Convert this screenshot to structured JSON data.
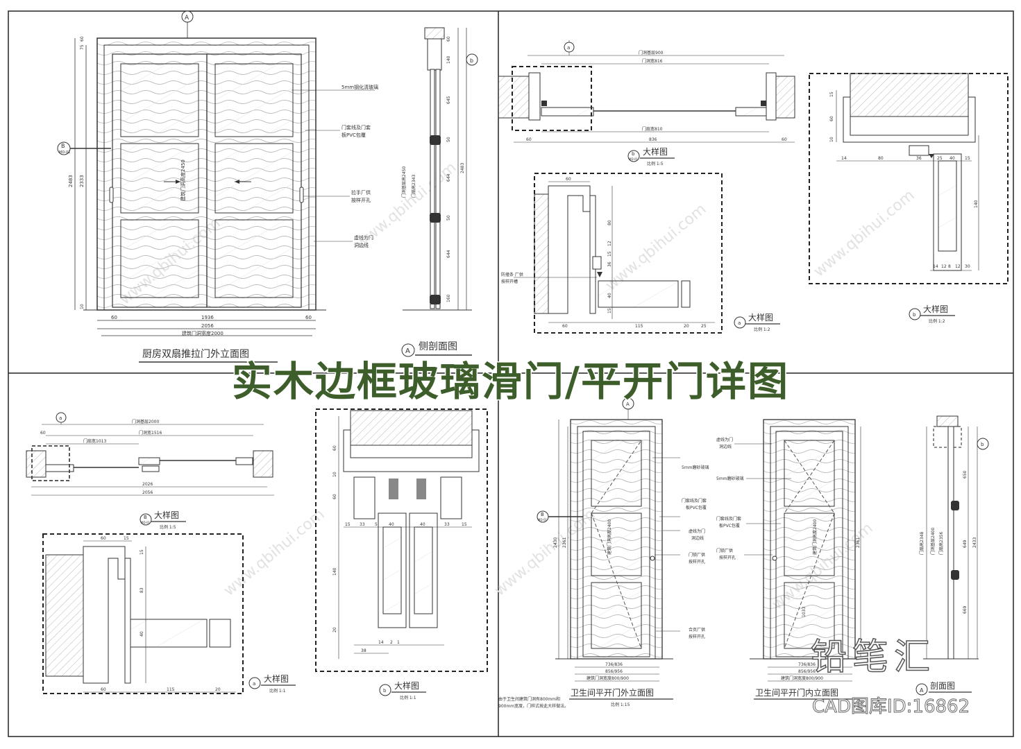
{
  "banner_title": "实木边框玻璃滑门/平开门详图",
  "watermark_logo": "铅笔汇",
  "watermark_id": "CAD图库ID:16862",
  "watermark_site": "www.qbihui.com",
  "panel1": {
    "title": "厨房双扇推拉门外立面图",
    "dim_1936": "1936",
    "dim_2056": "2056",
    "dim_2000": "建筑门洞宽度2000",
    "dim_60a": "60",
    "dim_60b": "60",
    "dim_2483": "2483",
    "dim_2333": "2333",
    "dim_75": "75",
    "dim_60v": "60",
    "dim_10": "10",
    "inner_height": "建筑门洞高度2450",
    "note_glass": "5mm钢化清玻璃",
    "note_frame_1": "门套线及门套",
    "note_frame_2": "板PVC包覆",
    "note_handle_1": "拉手厂供",
    "note_handle_2": "按样开孔",
    "note_dash_1": "虚线为门",
    "note_dash_2": "洞边线",
    "tag_a": "A",
    "tag_b": "B",
    "tag_b_sub": "MD-01"
  },
  "panel2": {
    "title": "侧剖面图",
    "tag": "A",
    "dims": [
      "60",
      "140",
      "645",
      "50",
      "644",
      "50",
      "644",
      "160"
    ],
    "v_2483": "2483",
    "v_2450": "门洞基层高2450",
    "v_2343": "门扇高2343",
    "tag_b": "b"
  },
  "panel3": {
    "title": "大样图",
    "scale": "比例 1:5",
    "tag": "b",
    "tag_sub": "MD-01",
    "dim_900": "门洞基层900",
    "dim_816": "门洞宽816",
    "dim_810": "门扇宽810",
    "dim_836": "836",
    "dim_60a": "60",
    "dim_60b": "60",
    "tag_a": "a"
  },
  "panel4": {
    "title": "大样图",
    "scale": "比例 1:2",
    "tag": "b",
    "dims_top": [
      "14",
      "80",
      "36",
      "25",
      "40",
      "15"
    ],
    "dims_left": [
      "15",
      "60",
      "10"
    ],
    "dims_bot": [
      "14",
      "12",
      "8",
      "12",
      "30"
    ],
    "dim_140": "140"
  },
  "panel5": {
    "title": "大样图",
    "scale": "比例 1:2",
    "tag": "a",
    "note_1": "防撞条 厂供",
    "note_2": "按样开槽",
    "dims_bot": [
      "60",
      "115",
      "20",
      "25"
    ],
    "dims_v": [
      "80",
      "12",
      "15",
      "36",
      "40",
      "15"
    ]
  },
  "panel6": {
    "title": "大样图",
    "scale": "比例 1:5",
    "tag": "B",
    "tag_sub": "MD-01",
    "dim_2000": "门洞基层2000",
    "dim_1516": "门洞宽1516",
    "dim_1013": "门扇宽1013",
    "dim_2026": "2026",
    "dim_2056": "2056",
    "dim_60": "60",
    "tag_a": "a"
  },
  "panel7": {
    "title": "大样图",
    "scale": "比例 1:1",
    "tag": "a",
    "dims_top": [
      "60",
      "15"
    ],
    "dims_v": [
      "15",
      "83",
      "40"
    ],
    "dims_bot": [
      "60",
      "115",
      "20"
    ]
  },
  "panel8": {
    "title": "大样图",
    "scale": "比例 1:1",
    "tag": "b",
    "dims_v": [
      "60",
      "10",
      "60",
      "140",
      "20"
    ],
    "dims_h": [
      "15",
      "33",
      "5",
      "40",
      "40",
      "33",
      "15"
    ],
    "dims_bot": [
      "38",
      "14",
      "2",
      "1"
    ]
  },
  "panel9": {
    "title": "卫生间平开门外立面图",
    "scale": "比例 1:15",
    "tag_a": "A",
    "tag_b": "B",
    "tag_b_sub": "MD-01",
    "note_glass": "5mm磨砂玻璃",
    "note_frame_1": "门套线及门套",
    "note_frame_2": "板PVC包覆",
    "note_dash_1": "虚线为门",
    "note_dash_2": "洞边线",
    "note_lock_1": "门锁厂供",
    "note_lock_2": "按样开孔",
    "note_hinge_1": "合页厂供",
    "note_hinge_2": "按样开孔",
    "dim_736": "736/836",
    "dim_856": "856/956",
    "dim_door": "建筑门洞宽度800/900",
    "dim_2430": "2430",
    "dim_2361": "2361",
    "inner_height": "建筑门洞高度2400",
    "footnote_1": "由于卫生间建筑门洞有800mm和",
    "footnote_2": "900mm宽度，门样式按此大样做法。"
  },
  "panel10": {
    "title": "卫生间平开门内立面图",
    "note_dash_1": "虚线为门",
    "note_dash_2": "洞边线",
    "note_glass": "5mm磨砂玻璃",
    "note_frame_1": "门套线及门套",
    "note_frame_2": "板PVC包覆",
    "note_lock_1": "门锁厂供",
    "note_lock_2": "按样开孔",
    "dim_736": "736/836",
    "dim_856": "856/956",
    "dim_door": "建筑门洞宽度800/900",
    "dim_2361": "2361",
    "dim_1033": "1033",
    "inner_height": "建筑门洞高度2400"
  },
  "panel11": {
    "title": "剖面图",
    "tag": "A",
    "tag_b": "b",
    "dims": [
      "650",
      "649",
      "669"
    ],
    "v1": "门洞基层2400",
    "v2": "门扇高2356",
    "v3": "门扇高2348",
    "v4": "2433"
  }
}
